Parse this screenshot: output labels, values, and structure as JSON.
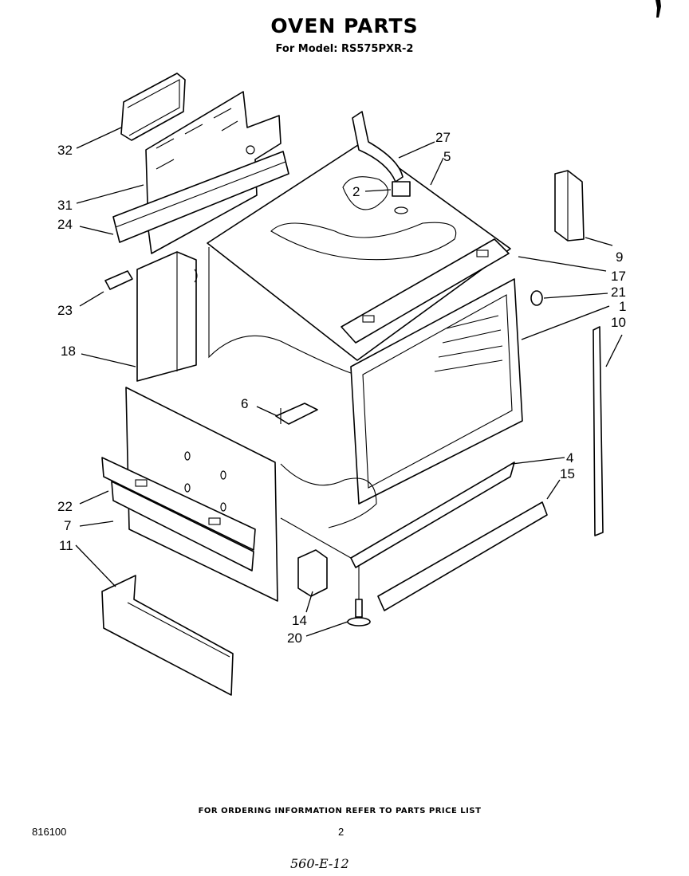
{
  "page": {
    "title": "OVEN PARTS",
    "subtitle": "For Model: RS575PXR-2",
    "footer_note": "FOR ORDERING INFORMATION REFER TO PARTS PRICE LIST",
    "doc_number": "816100",
    "page_number": "2",
    "handwritten_note": "560-E-12"
  },
  "callouts": [
    {
      "id": "32",
      "label": "32"
    },
    {
      "id": "31",
      "label": "31"
    },
    {
      "id": "24",
      "label": "24"
    },
    {
      "id": "23",
      "label": "23"
    },
    {
      "id": "18",
      "label": "18"
    },
    {
      "id": "6",
      "label": "6"
    },
    {
      "id": "22",
      "label": "22"
    },
    {
      "id": "7",
      "label": "7"
    },
    {
      "id": "11",
      "label": "11"
    },
    {
      "id": "27",
      "label": "27"
    },
    {
      "id": "5",
      "label": "5"
    },
    {
      "id": "2",
      "label": "2"
    },
    {
      "id": "9",
      "label": "9"
    },
    {
      "id": "17",
      "label": "17"
    },
    {
      "id": "21",
      "label": "21"
    },
    {
      "id": "1",
      "label": "1"
    },
    {
      "id": "10",
      "label": "10"
    },
    {
      "id": "4",
      "label": "4"
    },
    {
      "id": "15",
      "label": "15"
    },
    {
      "id": "14",
      "label": "14"
    },
    {
      "id": "20",
      "label": "20"
    }
  ]
}
